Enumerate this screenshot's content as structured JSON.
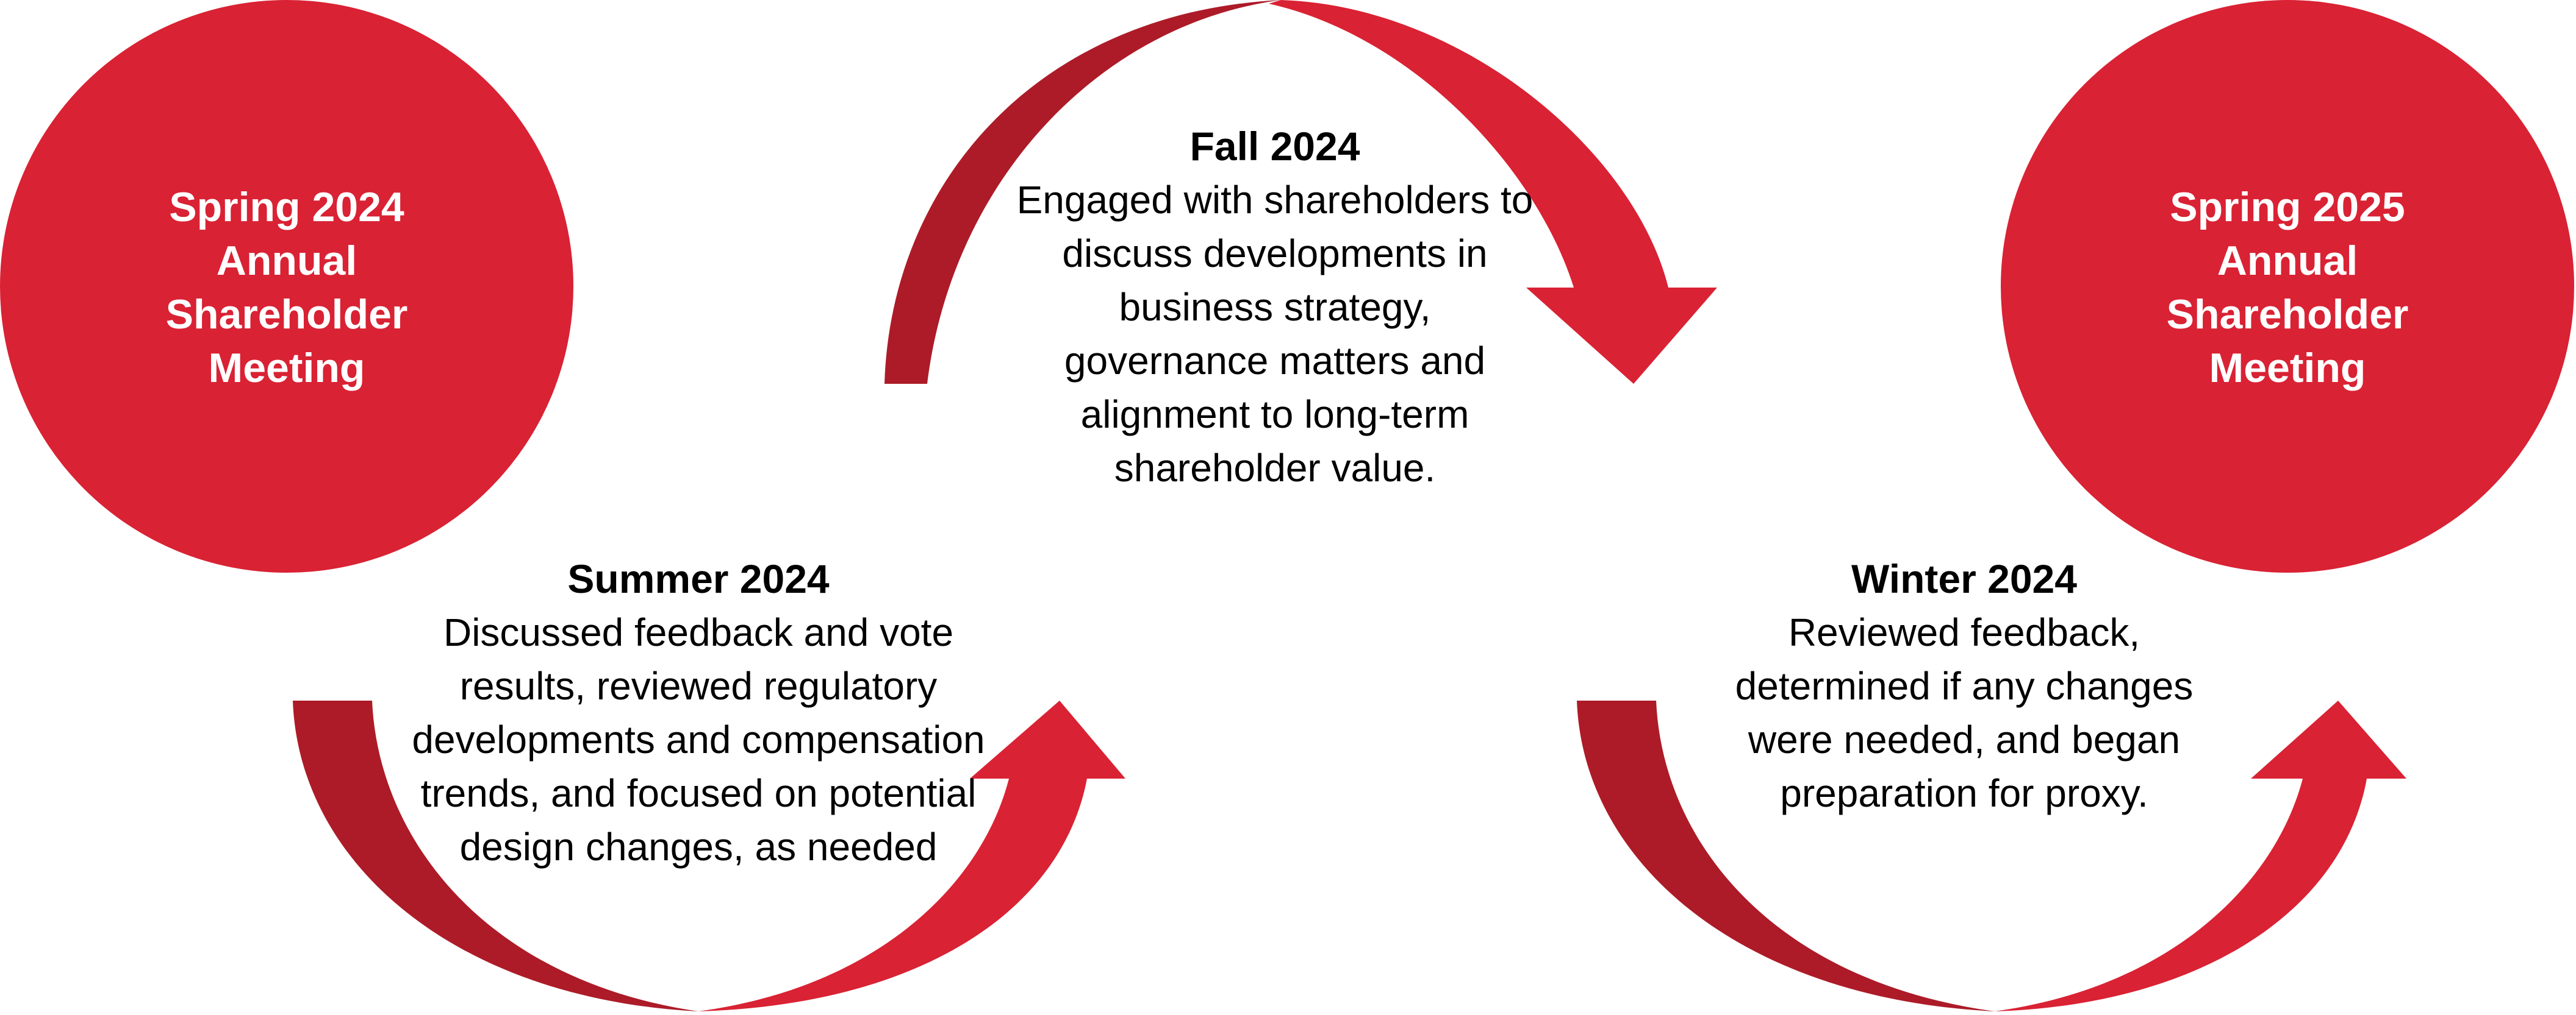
{
  "colors": {
    "primary_red": "#D92234",
    "dark_red": "#AD1B28",
    "text": "#000000",
    "circle_text": "#FFFFFF",
    "background": "#FFFFFF"
  },
  "meetings": [
    {
      "line1": "Spring 2024",
      "line2": "Annual",
      "line3": "Shareholder",
      "line4": "Meeting"
    },
    {
      "line1": "Spring 2025",
      "line2": "Annual",
      "line3": "Shareholder",
      "line4": "Meeting"
    }
  ],
  "stages": [
    {
      "title": "Summer 2024",
      "description": "Discussed feedback and vote results, reviewed regulatory developments and compensation trends, and focused on potential design changes, as needed",
      "arrow_direction": "up"
    },
    {
      "title": "Fall 2024",
      "description": "Engaged with shareholders to discuss developments in business strategy, governance matters and alignment to long-term shareholder value.",
      "arrow_direction": "down"
    },
    {
      "title": "Winter 2024",
      "description": "Reviewed feedback, determined if any changes were needed, and began preparation for proxy.",
      "arrow_direction": "up"
    }
  ]
}
